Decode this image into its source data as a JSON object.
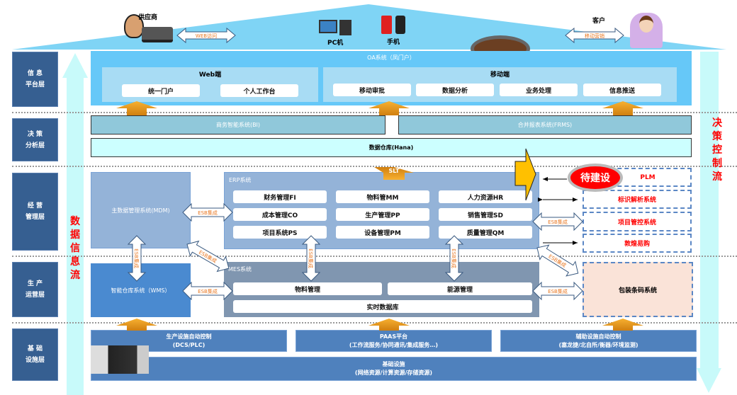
{
  "colors": {
    "layer_label": "#365f91",
    "oa": "#66c8f8",
    "panel": "#a8dcf4",
    "bi": "#90c8da",
    "warehouse": "#ccffff",
    "mdm": "#94b3d8",
    "wms": "#4a8ad0",
    "mes": "#8096b0",
    "infra": "#4f81bd",
    "orange_arrow": "#f0a020",
    "todo": "#ff0000",
    "esb_text": "#e87722"
  },
  "top": {
    "supplier": "供应商",
    "web_access": "WEB访问",
    "pc": "PC机",
    "phone": "手机",
    "customer": "客户",
    "mobile_marketing": "移动营销"
  },
  "layers": [
    {
      "l1": "信 息",
      "l2": "平台层"
    },
    {
      "l1": "决 策",
      "l2": "分析层"
    },
    {
      "l1": "经 营",
      "l2": "管理层"
    },
    {
      "l1": "生 产",
      "l2": "运营层"
    },
    {
      "l1": "基 础",
      "l2": "设施层"
    }
  ],
  "flows": {
    "left": [
      "数",
      "据",
      "信",
      "息",
      "流"
    ],
    "right": [
      "决",
      "策",
      "控",
      "制",
      "流"
    ]
  },
  "oa": {
    "title": "OA系统（凤门户）",
    "web": {
      "title": "Web端",
      "items": [
        "统一门户",
        "个人工作台"
      ]
    },
    "mobile": {
      "title": "移动端",
      "items": [
        "移动审批",
        "数据分析",
        "业务处理",
        "信息推送"
      ]
    }
  },
  "decision": {
    "bi": "商务智能系统(BI)",
    "frms": "合并报表系统(FRMS)",
    "warehouse": "数据仓库(Hana)",
    "slt": "SLT"
  },
  "mdm": "主数据管理系统(MDM)",
  "erp": {
    "title": "ERP系统",
    "items": [
      "财务管理FI",
      "物料管MM",
      "人力资源HR",
      "成本管理CO",
      "生产管理PP",
      "销售管理SD",
      "项目系统PS",
      "设备管理PM",
      "质量管理QM"
    ]
  },
  "wms": "智能仓库系统（WMS）",
  "mes": {
    "title": "MES系统",
    "items": [
      "物料管理",
      "能源管理",
      "实时数据库"
    ]
  },
  "esb": "ESB集成",
  "todo": "待建设",
  "external": [
    "PLM",
    "标识解析系统",
    "项目管控系统",
    "敦煌易购"
  ],
  "packaging": "包装条码系统",
  "infra": {
    "prod": {
      "l1": "生产设施自动控制",
      "l2": "(DCS/PLC)"
    },
    "paas": {
      "l1": "PAAS平台",
      "l2": "(工作流服务/协同通讯/集成服务…)"
    },
    "aux": {
      "l1": "辅助设施自动控制",
      "l2": "(塞龙捷/北自所/衡器/环境监测)"
    },
    "base": {
      "l1": "基础设施",
      "l2": "(网络资源/计算资源/存储资源)"
    }
  }
}
